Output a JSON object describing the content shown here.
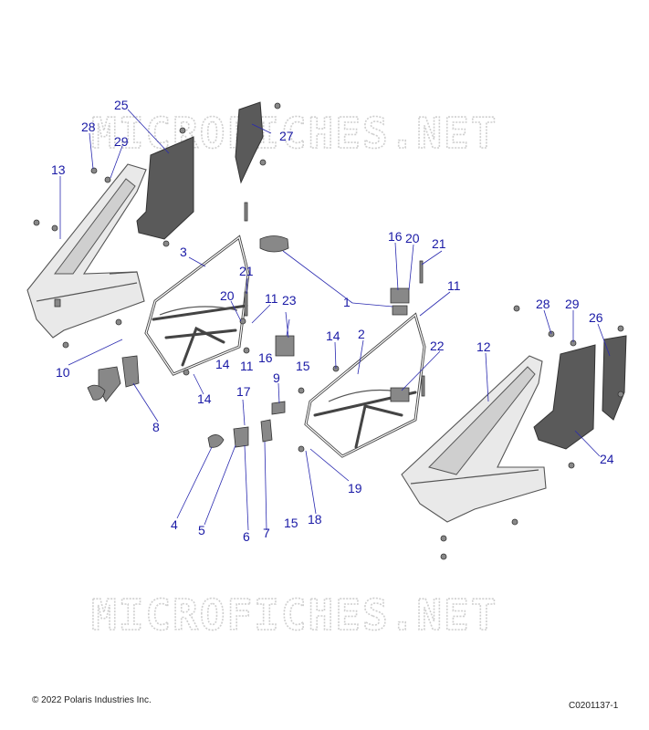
{
  "watermark": "MICROFICHES.NET",
  "callouts": [
    "1",
    "2",
    "3",
    "4",
    "5",
    "6",
    "7",
    "8",
    "9",
    "10",
    "11",
    "11",
    "11",
    "12",
    "13",
    "14",
    "14",
    "14",
    "15",
    "15",
    "16",
    "16",
    "17",
    "18",
    "19",
    "20",
    "20",
    "21",
    "21",
    "22",
    "23",
    "24",
    "25",
    "26",
    "27",
    "28",
    "28",
    "29",
    "29"
  ],
  "copyright": "© 2022 Polaris Industries Inc.",
  "diagram_id": "C0201137-1",
  "colors": {
    "callout": "#1a1aa6",
    "leader": "#2a2ab0",
    "watermark": "#cfcfcf"
  }
}
